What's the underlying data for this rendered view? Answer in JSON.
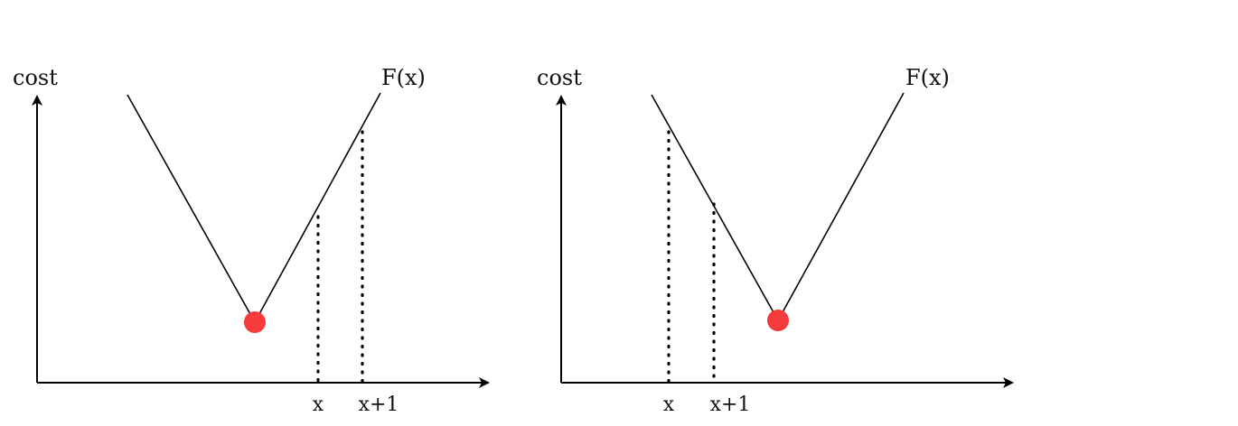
{
  "colors": {
    "minimum_point": "#f53b3b",
    "line": "#000000"
  },
  "panels": [
    {
      "y_axis_label": "cost",
      "function_label": "F(x)",
      "tick_x": "x",
      "tick_x_plus_1": "x+1",
      "case": "x and x+1 to the right of the minimum"
    },
    {
      "y_axis_label": "cost",
      "function_label": "F(x)",
      "tick_x": "x",
      "tick_x_plus_1": "x+1",
      "case": "x and x+1 to the left of the minimum"
    }
  ]
}
